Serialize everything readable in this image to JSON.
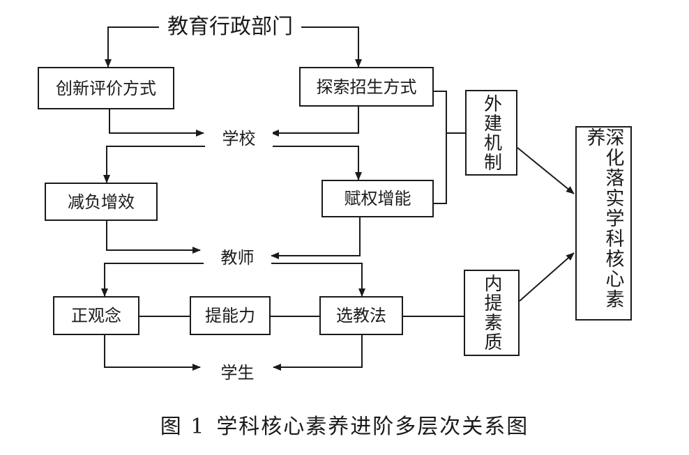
{
  "nodes": {
    "top": "教育行政部门",
    "innovate_eval": "创新评价方式",
    "explore_enroll": "探索招生方式",
    "school": "学校",
    "reduce_burden": "减负增效",
    "empower": "赋权增能",
    "teacher": "教师",
    "correct_concept": "正观念",
    "improve_ability": "提能力",
    "choose_method": "选教法",
    "student": "学生",
    "external_mechanism": "外建机制",
    "internal_quality": "内提素质",
    "deepen_core": "深化落实学科核心素养"
  },
  "caption": {
    "figure_no": "图 1",
    "title": "学科核心素养进阶多层次关系图"
  }
}
